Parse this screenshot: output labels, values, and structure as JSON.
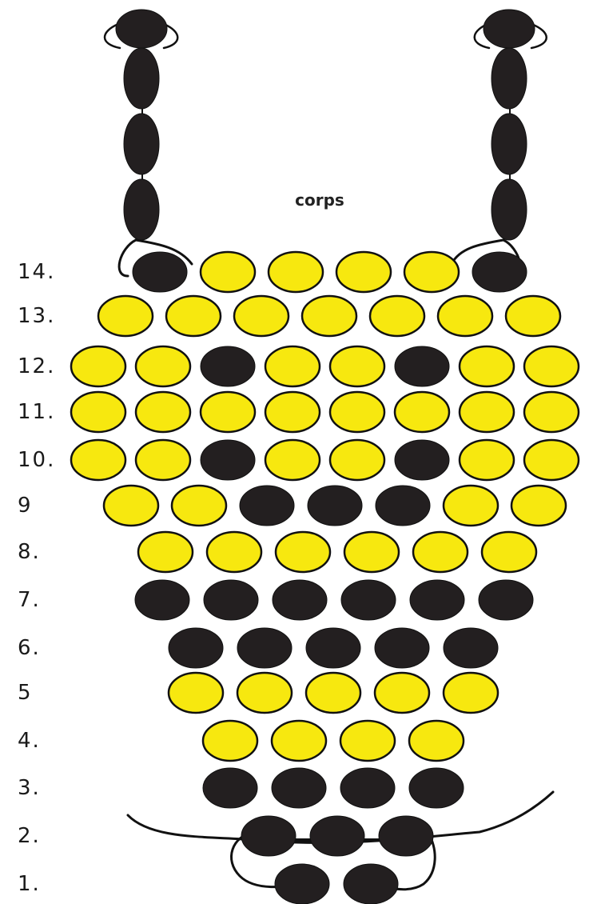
{
  "title": "corps",
  "colors": {
    "yellow": "#f7e80f",
    "black": "#231f20",
    "outline": "#111111"
  },
  "rows": [
    {
      "label": "14.",
      "beads": [
        "black",
        "yellow",
        "yellow",
        "yellow",
        "yellow",
        "black"
      ]
    },
    {
      "label": "13.",
      "beads": [
        "yellow",
        "yellow",
        "yellow",
        "yellow",
        "yellow",
        "yellow",
        "yellow"
      ]
    },
    {
      "label": "12.",
      "beads": [
        "yellow",
        "yellow",
        "black",
        "yellow",
        "yellow",
        "black",
        "yellow",
        "yellow"
      ]
    },
    {
      "label": "11.",
      "beads": [
        "yellow",
        "yellow",
        "yellow",
        "yellow",
        "yellow",
        "yellow",
        "yellow",
        "yellow"
      ]
    },
    {
      "label": "10.",
      "beads": [
        "yellow",
        "yellow",
        "black",
        "yellow",
        "yellow",
        "black",
        "yellow",
        "yellow"
      ]
    },
    {
      "label": "9",
      "beads": [
        "yellow",
        "yellow",
        "black",
        "black",
        "black",
        "yellow",
        "yellow"
      ]
    },
    {
      "label": "8.",
      "beads": [
        "yellow",
        "yellow",
        "yellow",
        "yellow",
        "yellow",
        "yellow"
      ]
    },
    {
      "label": "7.",
      "beads": [
        "black",
        "black",
        "black",
        "black",
        "black",
        "black"
      ]
    },
    {
      "label": "6.",
      "beads": [
        "black",
        "black",
        "black",
        "black",
        "black"
      ]
    },
    {
      "label": "5",
      "beads": [
        "yellow",
        "yellow",
        "yellow",
        "yellow",
        "yellow"
      ]
    },
    {
      "label": "4.",
      "beads": [
        "yellow",
        "yellow",
        "yellow",
        "yellow"
      ]
    },
    {
      "label": "3.",
      "beads": [
        "black",
        "black",
        "black",
        "black"
      ]
    },
    {
      "label": "2.",
      "beads": [
        "black",
        "black",
        "black"
      ]
    },
    {
      "label": "1.",
      "beads": [
        "black",
        "black"
      ]
    }
  ],
  "left_strand": [
    "black",
    "black",
    "black",
    "black"
  ],
  "right_strand": [
    "black",
    "black",
    "black",
    "black"
  ]
}
